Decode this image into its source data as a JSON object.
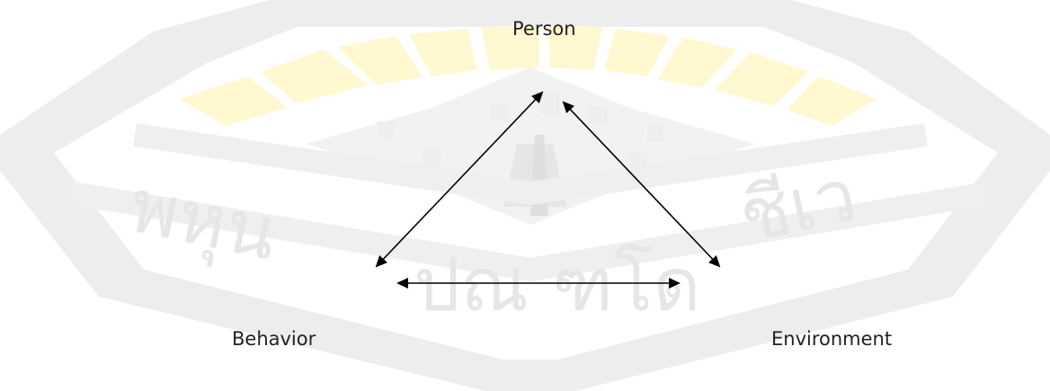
{
  "diagram": {
    "nodes": {
      "person": "Person",
      "behavior": "Behavior",
      "environment": "Environment"
    },
    "edges": [
      {
        "from": "person",
        "to": "behavior",
        "style": "double-headed arrow"
      },
      {
        "from": "person",
        "to": "environment",
        "style": "double-headed arrow"
      },
      {
        "from": "behavior",
        "to": "environment",
        "style": "double-headed arrow"
      }
    ],
    "arrow_color": "#000000",
    "label_color": "#222222"
  },
  "watermark": {
    "description": "university seal watermark with text",
    "text_left": "พหุน",
    "text_mid": "ปณ ฑโด",
    "text_right": "ชีเว",
    "color_gray": "#e8e8e8",
    "color_yellow": "#fff7cc"
  }
}
